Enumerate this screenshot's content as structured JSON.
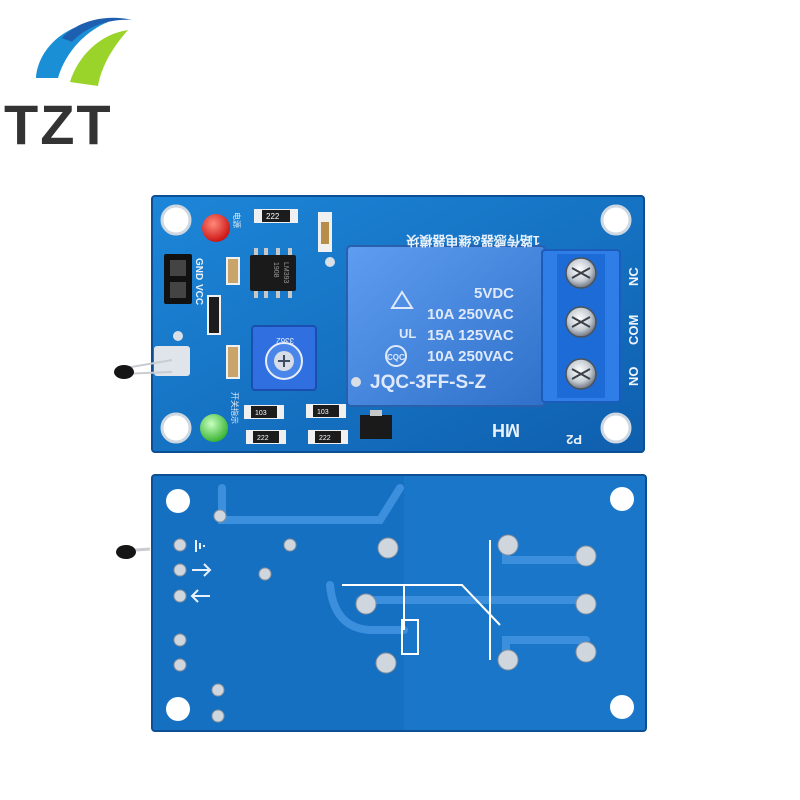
{
  "brand": {
    "logo_text": "TZT",
    "colors": {
      "logo_text": "#333333",
      "logo_blue": "#1a8fd6",
      "logo_green": "#9ad42b",
      "logo_dark": "#1e5fb0"
    }
  },
  "board_top": {
    "pcb_color": "#1674c4",
    "relay": {
      "color": "#3f86dd",
      "lines": [
        "5VDC",
        "10A 250VAC",
        "15A 125VAC",
        "10A 250VAC"
      ],
      "model": "JQC-3FF-S-Z",
      "cert_ul": "UL",
      "cert_cqc": "CQC"
    },
    "terminal_labels": {
      "nc": "NC",
      "com": "COM",
      "no": "NO"
    },
    "header_labels": {
      "gnd": "GND",
      "vcc": "VCC"
    },
    "silkscreen": {
      "title_cn": "1路传感器&继电器模块",
      "mh": "MH",
      "p2": "P2",
      "power_led_cn": "电源",
      "switch_led_cn": "开关指示"
    },
    "ic_markings": {
      "ic_line1": "LM393",
      "ic_line2": "1908",
      "pot": "3362"
    },
    "resistor_values": {
      "r1": "222",
      "r2": "103",
      "r3": "103",
      "r4": "222",
      "r5": "222"
    },
    "leds": {
      "power_color": "#e01818",
      "switch_color": "#43d040"
    }
  },
  "board_bottom": {
    "pcb_color": "#1670c2"
  }
}
